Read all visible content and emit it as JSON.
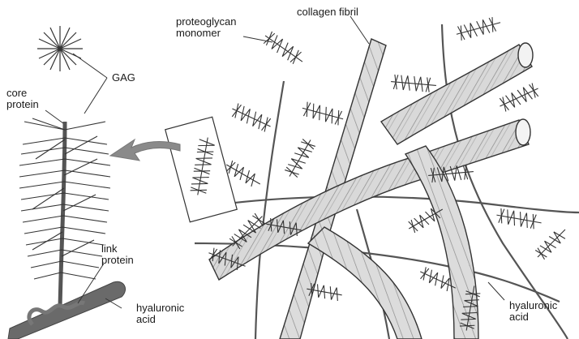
{
  "labels": {
    "proteoglycan_monomer_1": "proteoglycan",
    "proteoglycan_monomer_2": "monomer",
    "collagen_fibril": "collagen fibril",
    "gag": "GAG",
    "core_protein_1": "core",
    "core_protein_2": "protein",
    "link_protein_1": "link",
    "link_protein_2": "protein",
    "hyaluronic_acid_left_1": "hyaluronic",
    "hyaluronic_acid_left_2": "acid",
    "hyaluronic_acid_right_1": "hyaluronic",
    "hyaluronic_acid_right_2": "acid"
  },
  "colors": {
    "line": "#333333",
    "fibril_fill": "#d8d8d8",
    "hyaluronic_rod": "#666666",
    "arrow": "#8a8a8a",
    "background": "#ffffff"
  }
}
